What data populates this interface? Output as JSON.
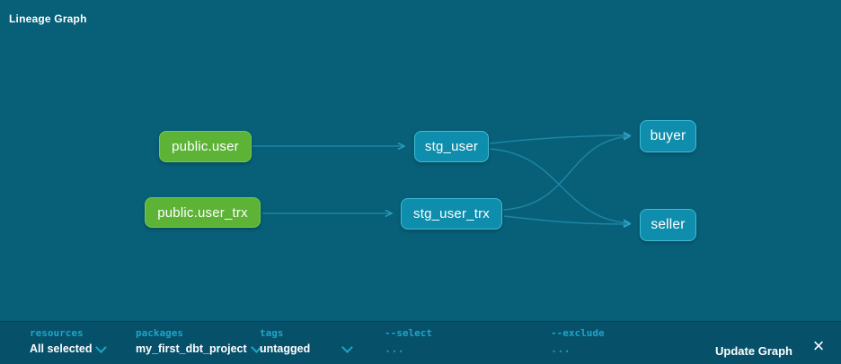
{
  "window": {
    "title": "Lineage Graph"
  },
  "graph": {
    "nodes": [
      {
        "label": "public.user",
        "type": "source"
      },
      {
        "label": "public.user_trx",
        "type": "source"
      },
      {
        "label": "stg_user",
        "type": "model"
      },
      {
        "label": "stg_user_trx",
        "type": "model"
      },
      {
        "label": "buyer",
        "type": "model"
      },
      {
        "label": "seller",
        "type": "model"
      }
    ],
    "edges": [
      {
        "from": "public.user",
        "to": "stg_user"
      },
      {
        "from": "public.user_trx",
        "to": "stg_user_trx"
      },
      {
        "from": "stg_user",
        "to": "buyer"
      },
      {
        "from": "stg_user",
        "to": "seller"
      },
      {
        "from": "stg_user_trx",
        "to": "buyer"
      },
      {
        "from": "stg_user_trx",
        "to": "seller"
      }
    ]
  },
  "toolbar": {
    "filters": [
      {
        "label": "resources",
        "value": "All selected"
      },
      {
        "label": "packages",
        "value": "my_first_dbt_project"
      },
      {
        "label": "tags",
        "value": "untagged"
      },
      {
        "label": "--select",
        "value": "..."
      },
      {
        "label": "--exclude",
        "value": "..."
      }
    ],
    "update_button_label": "Update Graph"
  },
  "icons": {
    "close": "×",
    "chevron_down": "css-chevron-shape"
  },
  "colors": {
    "background": "#085f78",
    "toolbar_background": "#06506a",
    "source_node_green": "#5cb336",
    "model_node_teal": "#0f8dac",
    "edge": "#1c86a4",
    "accent_cyan": "#1ea5c6"
  }
}
